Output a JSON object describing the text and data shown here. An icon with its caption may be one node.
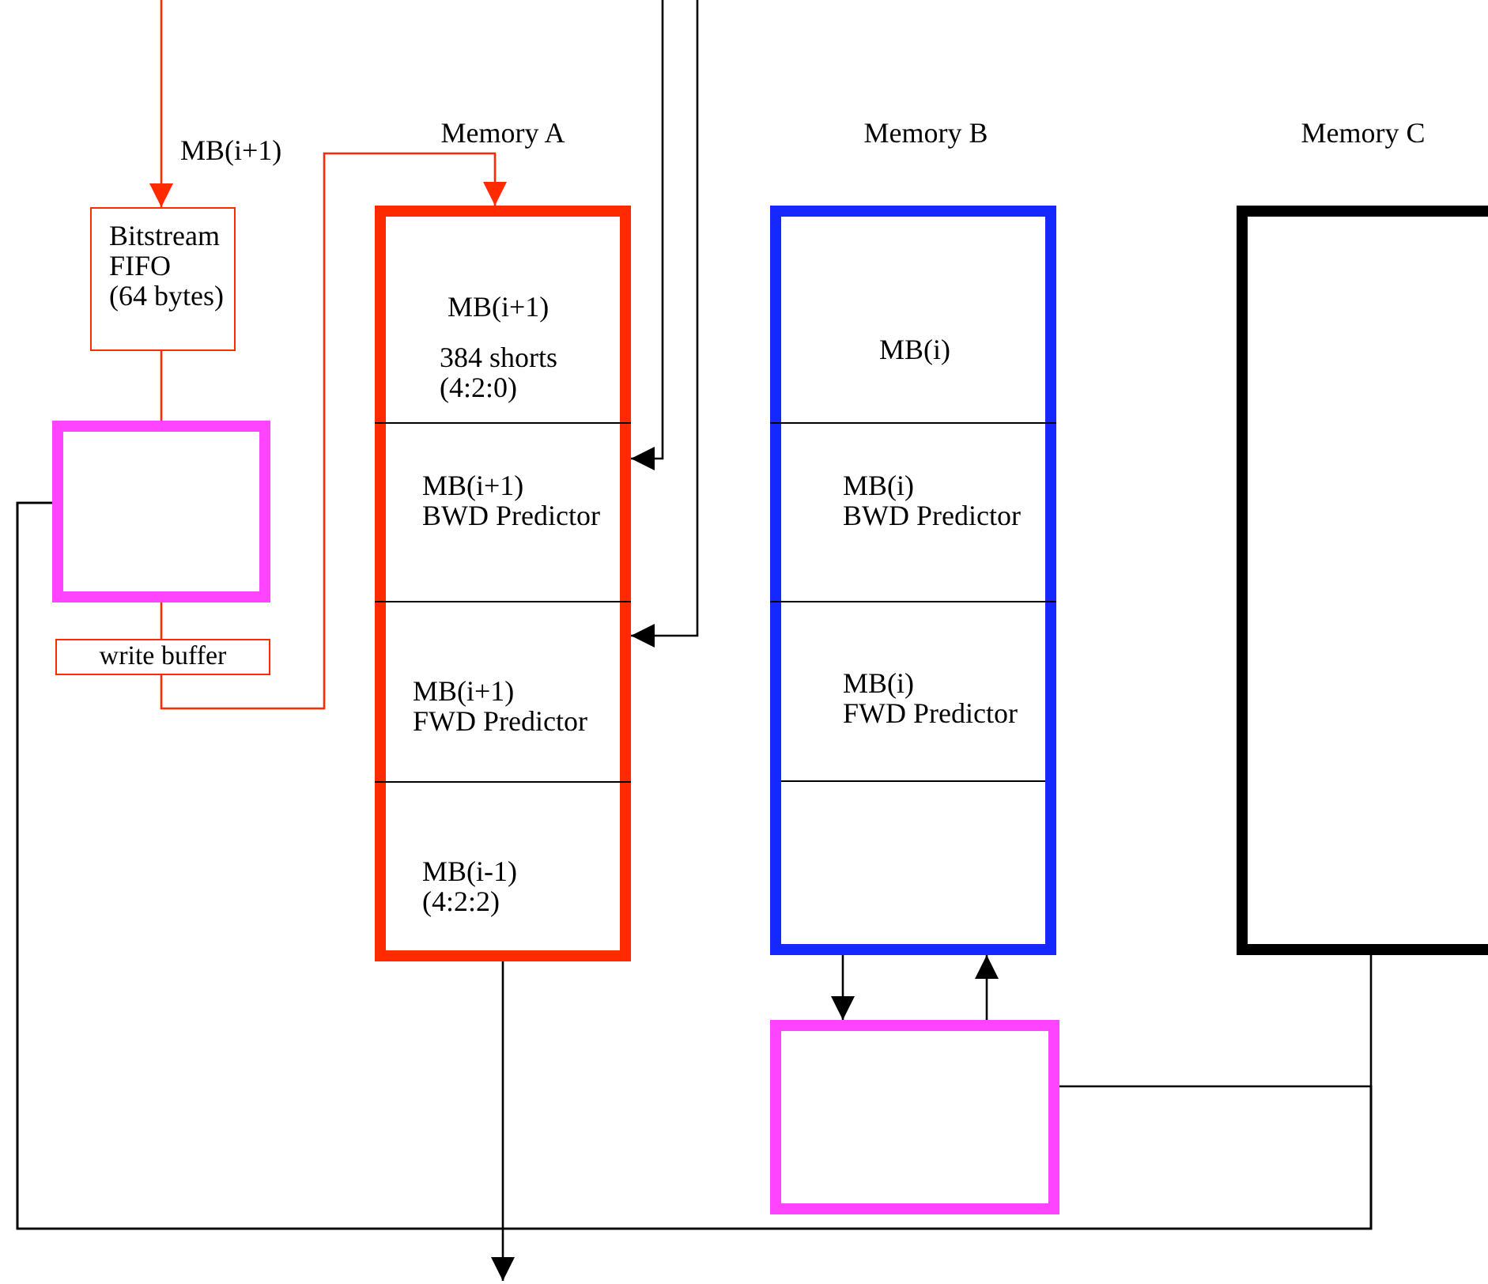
{
  "diagram": {
    "nodes": [
      {
        "text": [
          "Memory A"
        ]
      },
      {
        "text": [
          "MB(i+1)",
          "384 shorts (4:2:0)"
        ],
        "in": 0
      },
      {
        "text": [
          "MB(i+1) BWD Predictor"
        ],
        "in": 0
      },
      {
        "text": [
          "MB(i+1) FWD Predictor"
        ],
        "in": 0
      },
      {
        "text": [
          "MB(i-1) (4:2:2)"
        ],
        "in": 0
      },
      {
        "text": [
          "Memory B"
        ]
      },
      {
        "text": [
          "MB(i)"
        ],
        "in": 5
      },
      {
        "text": [
          "MB(i) BWD Predictor"
        ],
        "in": 5
      },
      {
        "text": [
          "MB(i) FWD Predictor"
        ],
        "in": 5
      },
      {
        "text": [
          "Memory C"
        ]
      },
      {
        "text": [
          "Bitstream FIFO (64 bytes)"
        ]
      },
      {
        "text": [],
        "shape": "box"
      },
      {
        "text": [
          "write buffer"
        ]
      },
      {
        "text": [],
        "shape": "box"
      }
    ],
    "edges": [
      {
        "from": null,
        "to": 10,
        "arrow": "to",
        "color": "#ff2a00"
      },
      {
        "from": 10,
        "to": 11,
        "arrow": "none",
        "color": "#ff2a00"
      },
      {
        "from": 11,
        "to": 12,
        "arrow": "none",
        "color": "#ff2a00"
      },
      {
        "from": 12,
        "to": 0,
        "arrow": "to",
        "label": "MB(i+1)",
        "color": "#ff2a00"
      },
      {
        "from": null,
        "to": 2,
        "arrow": "to"
      },
      {
        "from": null,
        "to": 3,
        "arrow": "to"
      },
      {
        "from": 5,
        "to": 13,
        "arrow": "to"
      },
      {
        "from": 13,
        "to": 5,
        "arrow": "to"
      },
      {
        "from": 0,
        "to": null,
        "arrow": "to"
      },
      {
        "from": 9,
        "to": 11,
        "arrow": "none"
      },
      {
        "from": 13,
        "to": 11,
        "arrow": "none"
      }
    ]
  }
}
